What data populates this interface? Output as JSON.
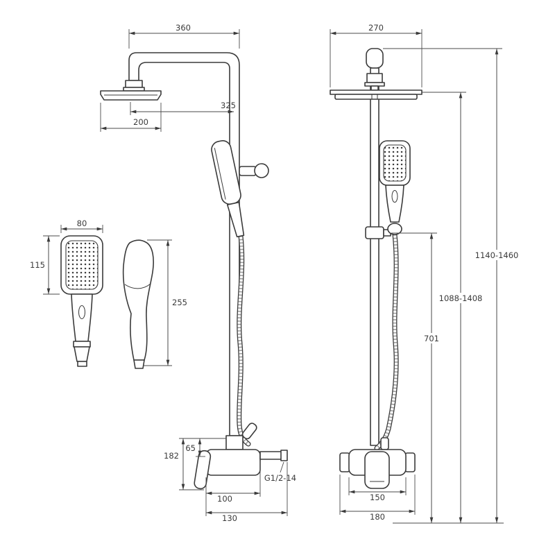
{
  "drawing": {
    "side_view": {
      "arm_reach": "360",
      "head_center_offset": "325",
      "head_diameter": "200",
      "outlet_offset": "65",
      "mixer_height": "182",
      "thread_spec": "G1/2-14",
      "mixer_depth": "100",
      "mixer_depth_total": "130"
    },
    "front_view": {
      "head_width": "270",
      "overall_height": "1140-1460",
      "column_height": "1088-1408",
      "lower_height": "701",
      "mixer_width": "150",
      "mixer_width_total": "180"
    },
    "hand_shower_front": {
      "width": "80",
      "head_length": "115"
    },
    "hand_shower_side": {
      "length": "255"
    }
  }
}
